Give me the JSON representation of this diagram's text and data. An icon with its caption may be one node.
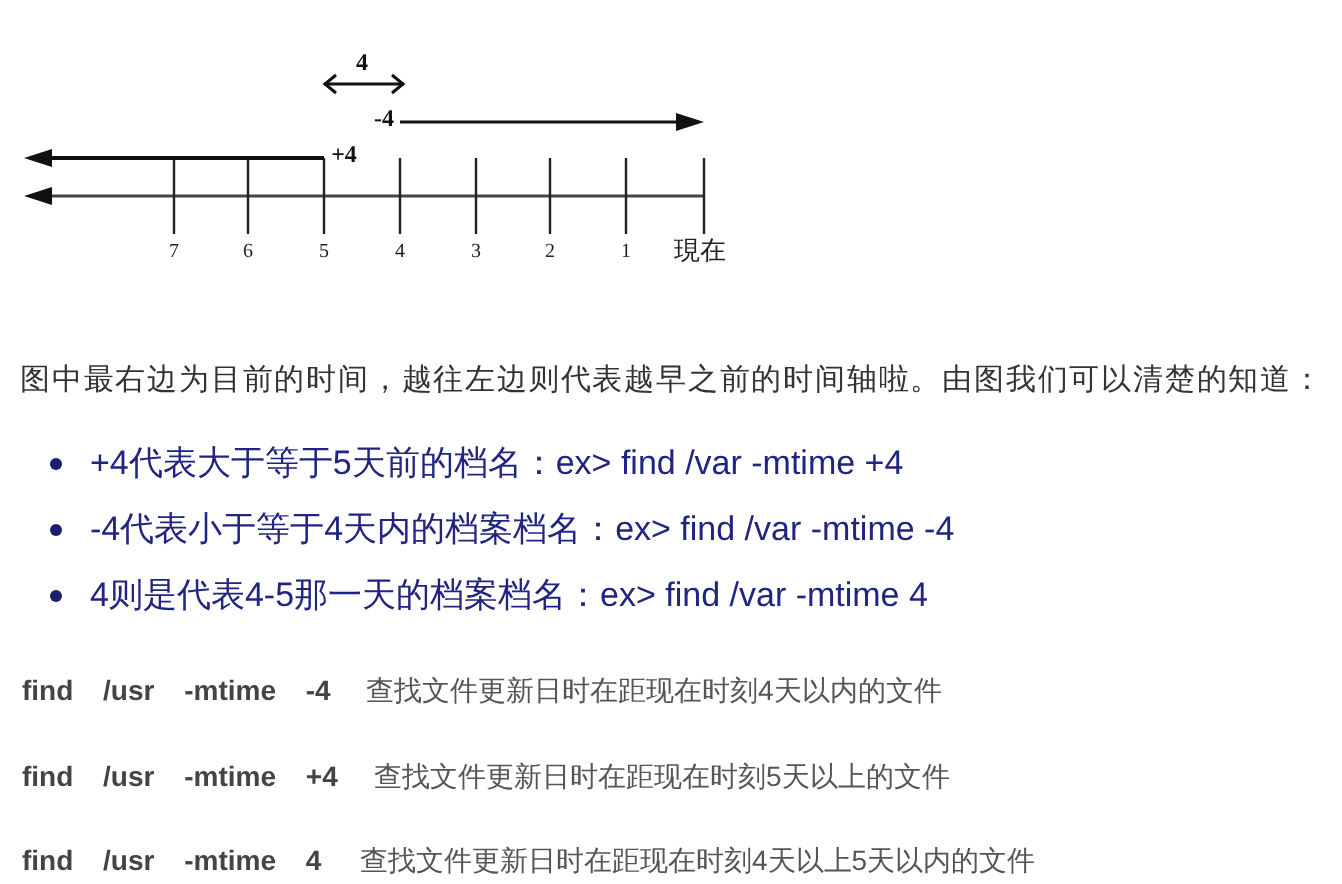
{
  "diagram": {
    "labels": [
      "4",
      "-4",
      "+4",
      "7",
      "6",
      "5",
      "4",
      "3",
      "2",
      "1",
      "現在",
      "图中最右边为目前的时间，越往左边则代表越早之前的时间轴啦。由图我们可以清楚的知道：",
      "+4代表大于等于5天前的档名：ex> find /var -mtime +4",
      "-4代表小于等于4天内的档案档名：ex> find /var -mtime -4",
      "4则是代表4-5那一天的档案档名：ex> find /var -mtime 4",
      "find /usr -mtime -4",
      "查找文件更新日时在距现在时刻4天以内的文件",
      "find /usr -mtime +4",
      "查找文件更新日时在距现在时刻5天以上的文件",
      "find /usr -mtime 4",
      "查找文件更新日时在距现在时刻4天以上5天以内的文件"
    ]
  }
}
